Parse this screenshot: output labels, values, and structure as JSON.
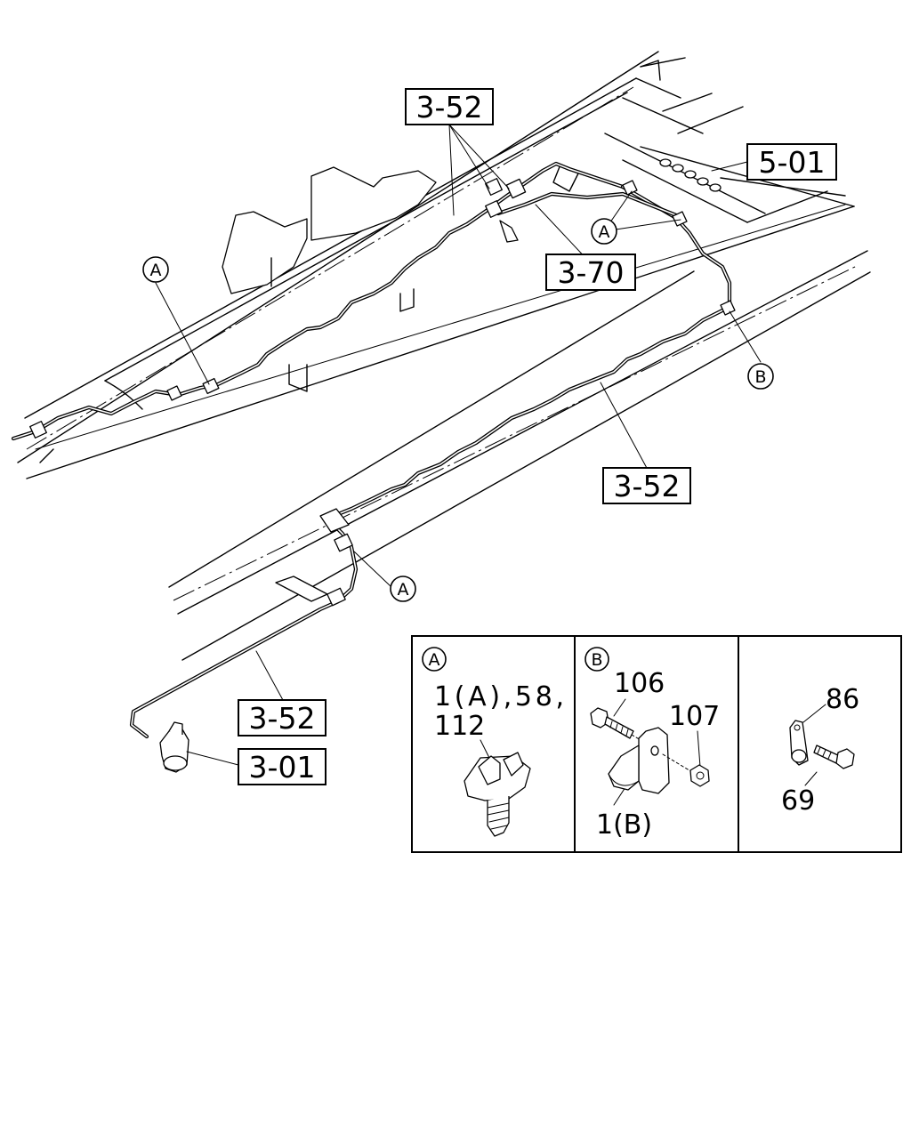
{
  "callouts": {
    "ref_3_52_top": "3-52",
    "ref_5_01": "5-01",
    "ref_3_70": "3-70",
    "ref_3_52_mid": "3-52",
    "ref_3_52_bottom": "3-52",
    "ref_3_01": "3-01"
  },
  "markers": {
    "a_left": "A",
    "a_top_right": "A",
    "a_mid": "A",
    "b_right": "B"
  },
  "detail_panels": {
    "panel_a": {
      "marker": "A",
      "parts_line1": "1(A),58,",
      "parts_line2": "112"
    },
    "panel_b": {
      "marker": "B",
      "part_106": "106",
      "part_107": "107",
      "part_1b": "1(B)"
    },
    "panel_c": {
      "part_86": "86",
      "part_69": "69"
    }
  }
}
